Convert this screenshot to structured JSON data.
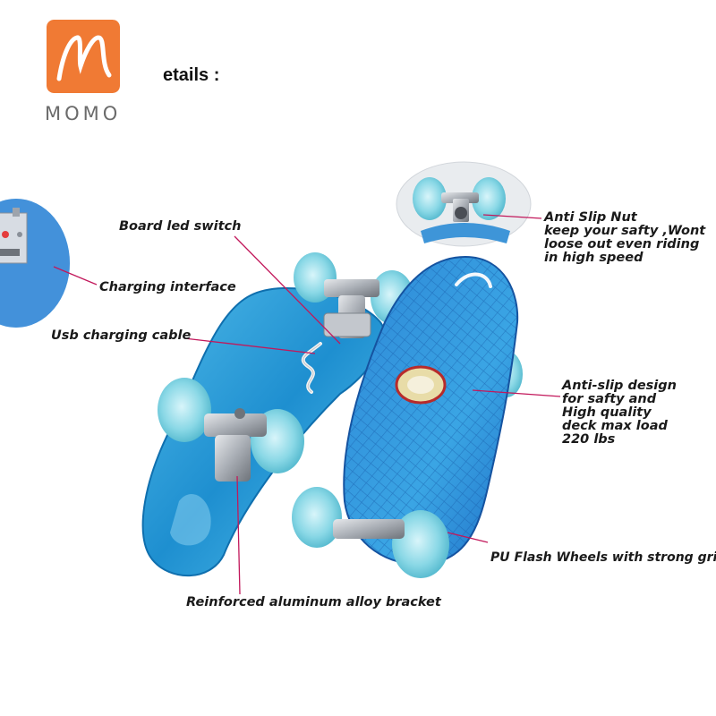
{
  "header": {
    "title": "etails :"
  },
  "logo": {
    "brand": "MOMO",
    "color": "#F07A34"
  },
  "labels": {
    "board_led_switch": "Board led switch",
    "charging_interface": "Charging interface",
    "usb_cable": "Usb charging cable",
    "anti_slip_nut_title": "Anti Slip Nut",
    "anti_slip_nut_line1": "keep your safty ,Wont",
    "anti_slip_nut_line2": "loose out even riding",
    "anti_slip_nut_line3": "in high speed",
    "anti_slip_design_line1": "Anti-slip design",
    "anti_slip_design_line2": "for safty  and",
    "anti_slip_design_line3": "High quality",
    "anti_slip_design_line4": "deck max load",
    "anti_slip_design_line5": "220 lbs",
    "pu_wheels": "PU Flash Wheels with strong grip",
    "bracket": "Reinforced aluminum alloy bracket"
  },
  "colors": {
    "deck": "#1E8FD0",
    "wheel": "#7FD3E2",
    "leader": "#C2185B",
    "metal": "#B8BCC2"
  }
}
